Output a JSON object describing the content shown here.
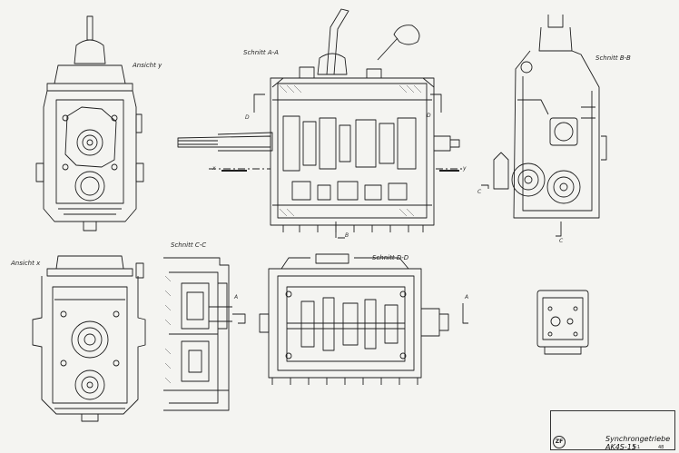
{
  "views": {
    "ansicht_y": "Ansicht y",
    "schnitt_aa": "Schnitt A-A",
    "schnitt_bb": "Schnitt B-B",
    "ansicht_x": "Ansicht x",
    "schnitt_cc": "Schnitt C-C",
    "schnitt_dd": "Schnitt D-D"
  },
  "section_marks": {
    "d": "D",
    "x": "x",
    "y": "y",
    "b": "B",
    "c": "C",
    "a": "A"
  },
  "title_block": {
    "logo": "ZF",
    "title": "Synchrongetriebe AK4S-15",
    "sheet": "1:1",
    "number": "48"
  },
  "colors": {
    "paper": "#f4f4f1",
    "ink": "#1e1e1e",
    "hatch": "#555555"
  }
}
